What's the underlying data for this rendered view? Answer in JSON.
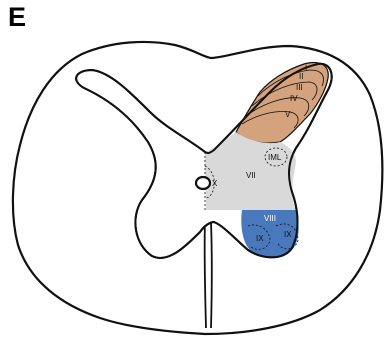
{
  "panel_label": "E",
  "colors": {
    "dorsal_horn": "#d4a27c",
    "intermediate_zone": "#d9d9d9",
    "ventral_horn": "#4a78bd",
    "outline": "#111111"
  },
  "laminae": {
    "I": "I",
    "II": "II",
    "III": "III",
    "IV": "IV",
    "V": "V",
    "VII": "VII",
    "IML": "IML",
    "X": "X",
    "VIII": "VIII",
    "IX_medial": "IX",
    "IX_lateral": "IX"
  }
}
